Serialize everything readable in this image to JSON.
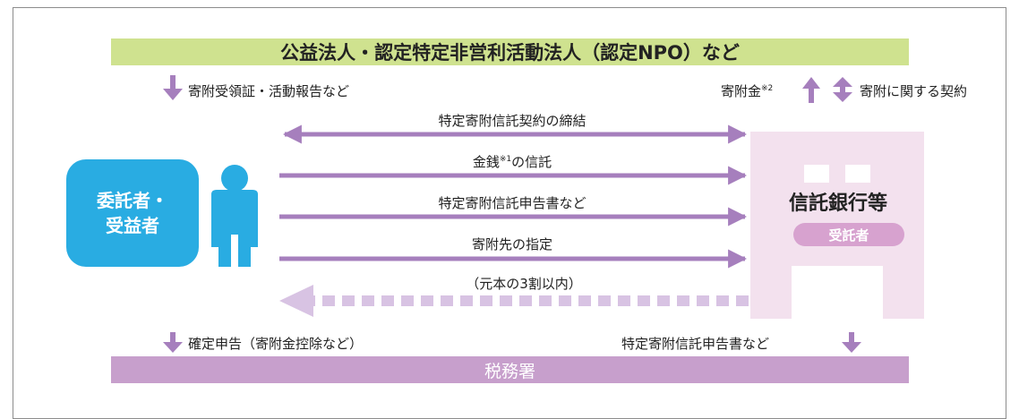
{
  "top_bar": "公益法人・認定特定非営利活動法人（認定NPO）など",
  "bottom_bar": "税務署",
  "left_top_note": "寄附受領証・活動報告など",
  "right_top_money": "寄附金",
  "right_top_money_mark": "※2",
  "right_top_contract": "寄附に関する契約",
  "arrows": {
    "contract": "特定寄附信託契約の締結",
    "money": "金銭",
    "money_mark": "※1",
    "money_suffix": "の信託",
    "declaration": "特定寄附信託申告書など",
    "designation": "寄附先の指定",
    "return": "（元本の3割以内）"
  },
  "settlor": {
    "line1": "委託者・",
    "line2": "受益者"
  },
  "trust_bank": {
    "name": "信託銀行等",
    "role": "受託者"
  },
  "bottom_left_note": "確定申告（寄附金控除など）",
  "bottom_right_note": "特定寄附信託申告書など",
  "colors": {
    "green_bar": "#cfe28f",
    "purple_bar": "#c79fcc",
    "arrow_purple": "#a67fbd",
    "dashed_purple": "#d8c3e3",
    "settlor_blue": "#29ace2",
    "bank_pink": "#f3e1ee",
    "badge_pink": "#d7a2cf"
  },
  "icons": [
    "person-icon",
    "building-icon"
  ]
}
